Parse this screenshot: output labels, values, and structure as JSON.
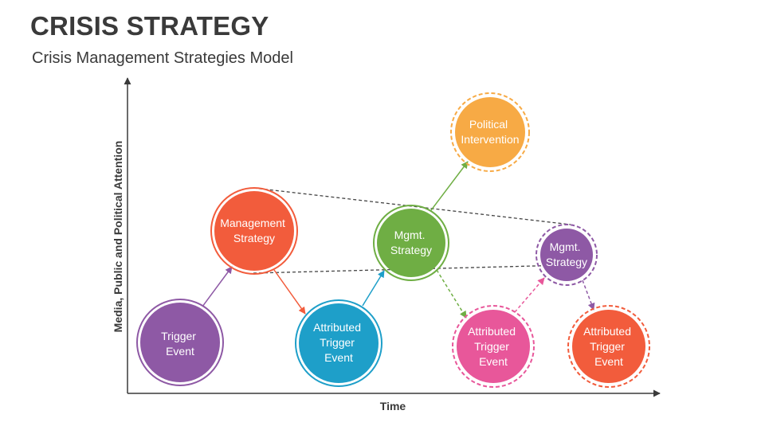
{
  "header": {
    "title": "CRISIS STRATEGY",
    "subtitle": "Crisis Management Strategies Model"
  },
  "axes": {
    "y_label": "Media, Public and Political Attention",
    "x_label": "Time"
  },
  "nodes": [
    {
      "id": "trigger-event",
      "lines": [
        "Trigger",
        "Event"
      ],
      "color": "#8e59a5",
      "ring": "solid"
    },
    {
      "id": "management-strategy",
      "lines": [
        "Management",
        "Strategy"
      ],
      "color": "#f25c3c",
      "ring": "solid"
    },
    {
      "id": "attributed-trigger-event-1",
      "lines": [
        "Attributed",
        "Trigger",
        "Event"
      ],
      "color": "#1e9fc9",
      "ring": "solid"
    },
    {
      "id": "mgmt-strategy-1",
      "lines": [
        "Mgmt.",
        "Strategy"
      ],
      "color": "#6fae44",
      "ring": "solid"
    },
    {
      "id": "political-intervention",
      "lines": [
        "Political",
        "Intervention"
      ],
      "color": "#f7aa45",
      "ring": "dashed"
    },
    {
      "id": "attributed-trigger-event-2",
      "lines": [
        "Attributed",
        "Trigger",
        "Event"
      ],
      "color": "#e8579a",
      "ring": "dashed"
    },
    {
      "id": "mgmt-strategy-2",
      "lines": [
        "Mgmt.",
        "Strategy"
      ],
      "color": "#8e59a5",
      "ring": "dashed"
    },
    {
      "id": "attributed-trigger-event-3",
      "lines": [
        "Attributed",
        "Trigger",
        "Event"
      ],
      "color": "#f25c3c",
      "ring": "dashed"
    }
  ],
  "colors": {
    "axis": "#3a3a3a",
    "guide_dashed": "#444444",
    "purple": "#8e59a5",
    "red": "#f25c3c",
    "blue": "#1e9fc9",
    "green": "#6fae44",
    "orange": "#f7aa45",
    "pink": "#e8579a"
  }
}
